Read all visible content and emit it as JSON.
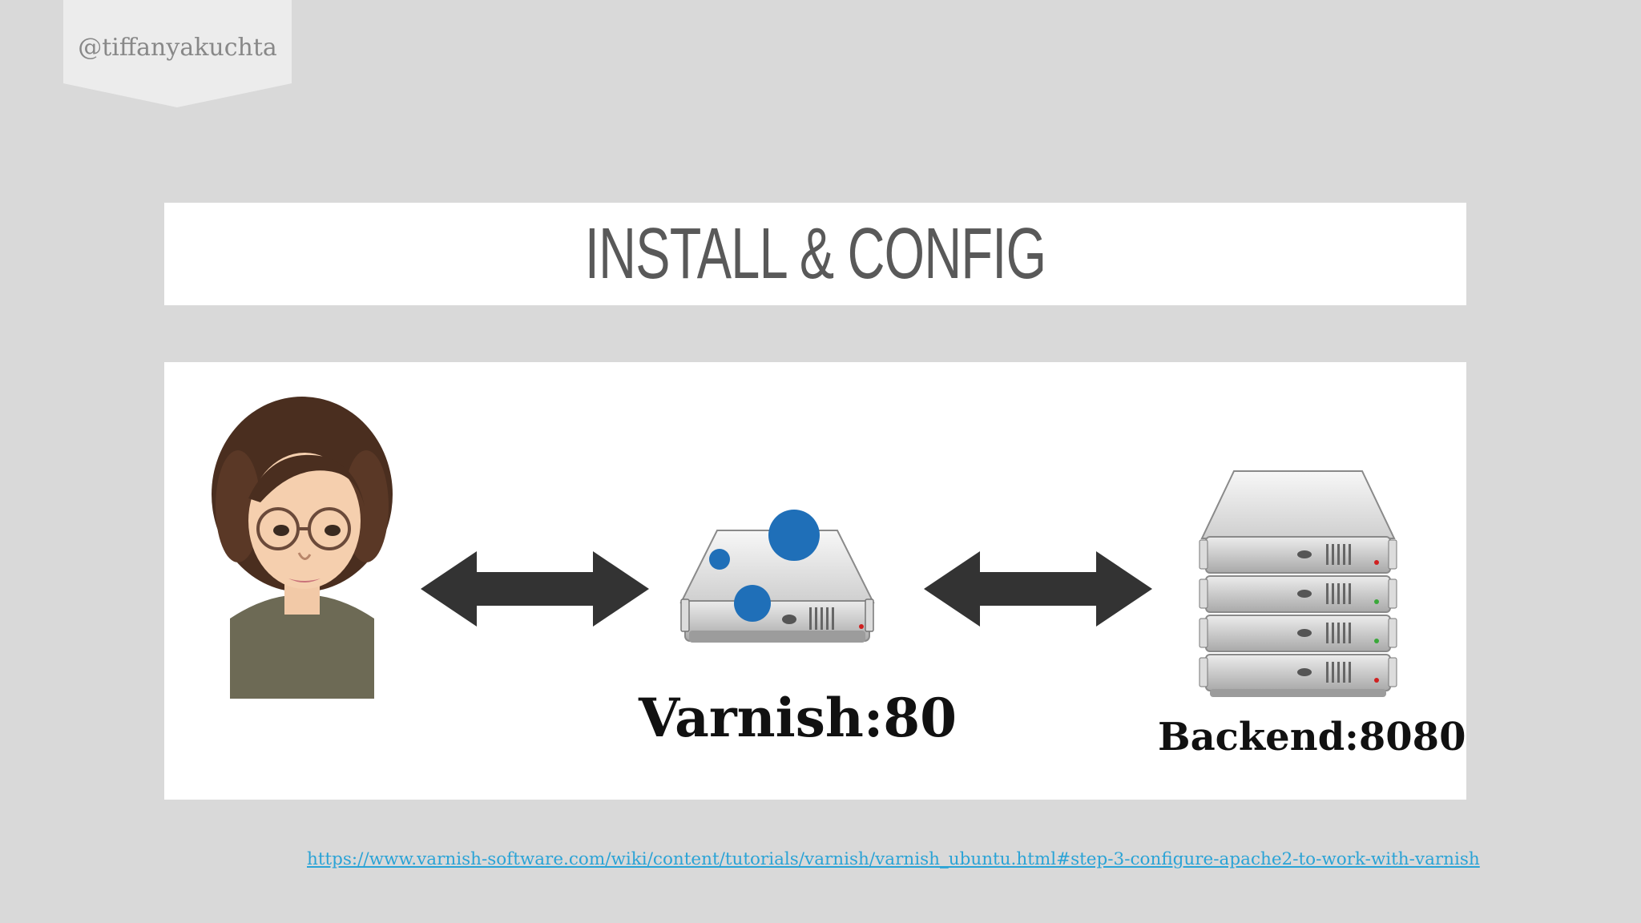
{
  "header": {
    "handle": "@tiffanyakuchta"
  },
  "slide": {
    "title": "INSTALL & CONFIG"
  },
  "diagram": {
    "nodes": [
      {
        "id": "user",
        "icon": "user-avatar-icon"
      },
      {
        "id": "varnish",
        "icon": "varnish-server-icon",
        "label": "Varnish:80"
      },
      {
        "id": "backend",
        "icon": "server-stack-icon",
        "label": "Backend:8080"
      }
    ],
    "edges": [
      {
        "from": "user",
        "to": "varnish",
        "icon": "bidirectional-arrow-icon"
      },
      {
        "from": "varnish",
        "to": "backend",
        "icon": "bidirectional-arrow-icon"
      }
    ],
    "colors": {
      "arrow": "#333333",
      "varnish_dot": "#1f6fb8",
      "server": "#c8c8c8"
    }
  },
  "footer": {
    "link": "https://www.varnish-software.com/wiki/content/tutorials/varnish/varnish_ubuntu.html#step-3-configure-apache2-to-work-with-varnish"
  }
}
